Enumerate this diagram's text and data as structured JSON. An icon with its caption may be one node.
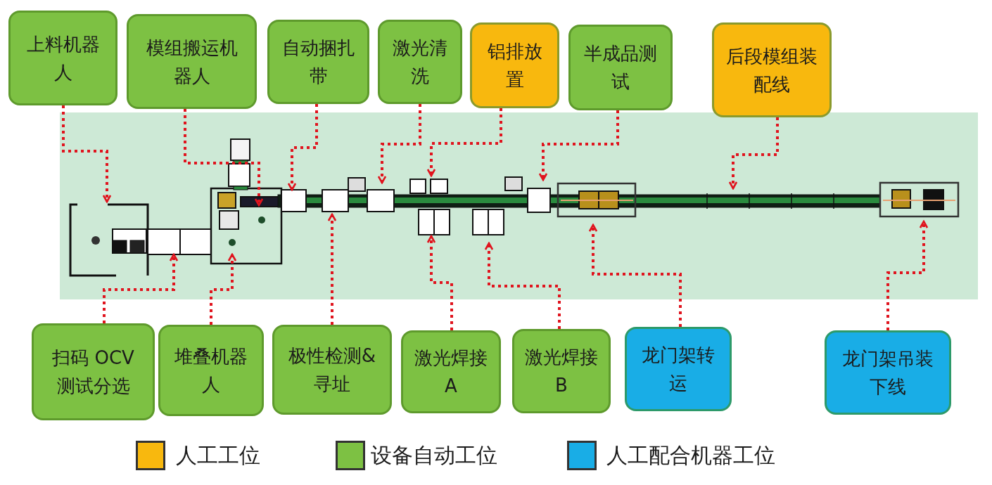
{
  "diagram": {
    "nodes": [
      {
        "text": [
          "上料机器人"
        ]
      },
      {
        "text": [
          "模组搬运机器人"
        ]
      },
      {
        "text": [
          "自动捆扎带"
        ]
      },
      {
        "text": [
          "激光清洗"
        ]
      },
      {
        "text": [
          "铝排放置"
        ]
      },
      {
        "text": [
          "半成品测试"
        ]
      },
      {
        "text": [
          "后段模组装配线"
        ]
      },
      {
        "text": [
          "扫码 OCV测试分选"
        ]
      },
      {
        "text": [
          "堆叠机器人"
        ]
      },
      {
        "text": [
          "极性检测&寻址"
        ]
      },
      {
        "text": [
          "激光焊接 A"
        ]
      },
      {
        "text": [
          "激光焊接 B"
        ]
      },
      {
        "text": [
          "龙门架转运"
        ]
      },
      {
        "text": [
          "龙门架吊装下线"
        ]
      }
    ],
    "edges": [
      {
        "from": 0,
        "to": null,
        "arrow": "to"
      },
      {
        "from": 1,
        "to": null,
        "arrow": "to"
      },
      {
        "from": 2,
        "to": null,
        "arrow": "to"
      },
      {
        "from": 3,
        "to": null,
        "arrow": "to"
      },
      {
        "from": 4,
        "to": null,
        "arrow": "to"
      },
      {
        "from": 5,
        "to": null,
        "arrow": "to"
      },
      {
        "from": 6,
        "to": null,
        "arrow": "to"
      },
      {
        "from": 7,
        "to": null,
        "arrow": "to"
      },
      {
        "from": 8,
        "to": null,
        "arrow": "to"
      },
      {
        "from": 9,
        "to": null,
        "arrow": "to"
      },
      {
        "from": 10,
        "to": null,
        "arrow": "to"
      },
      {
        "from": 11,
        "to": null,
        "arrow": "to"
      },
      {
        "from": 12,
        "to": null,
        "arrow": "to"
      },
      {
        "from": 13,
        "to": null,
        "arrow": "to"
      }
    ],
    "legend": [
      {
        "text": "人工工位",
        "color": "#f8b80e"
      },
      {
        "text": "设备自动工位",
        "color": "#7dc143"
      },
      {
        "text": "人工配合机器工位",
        "color": "#19ade6"
      }
    ]
  }
}
